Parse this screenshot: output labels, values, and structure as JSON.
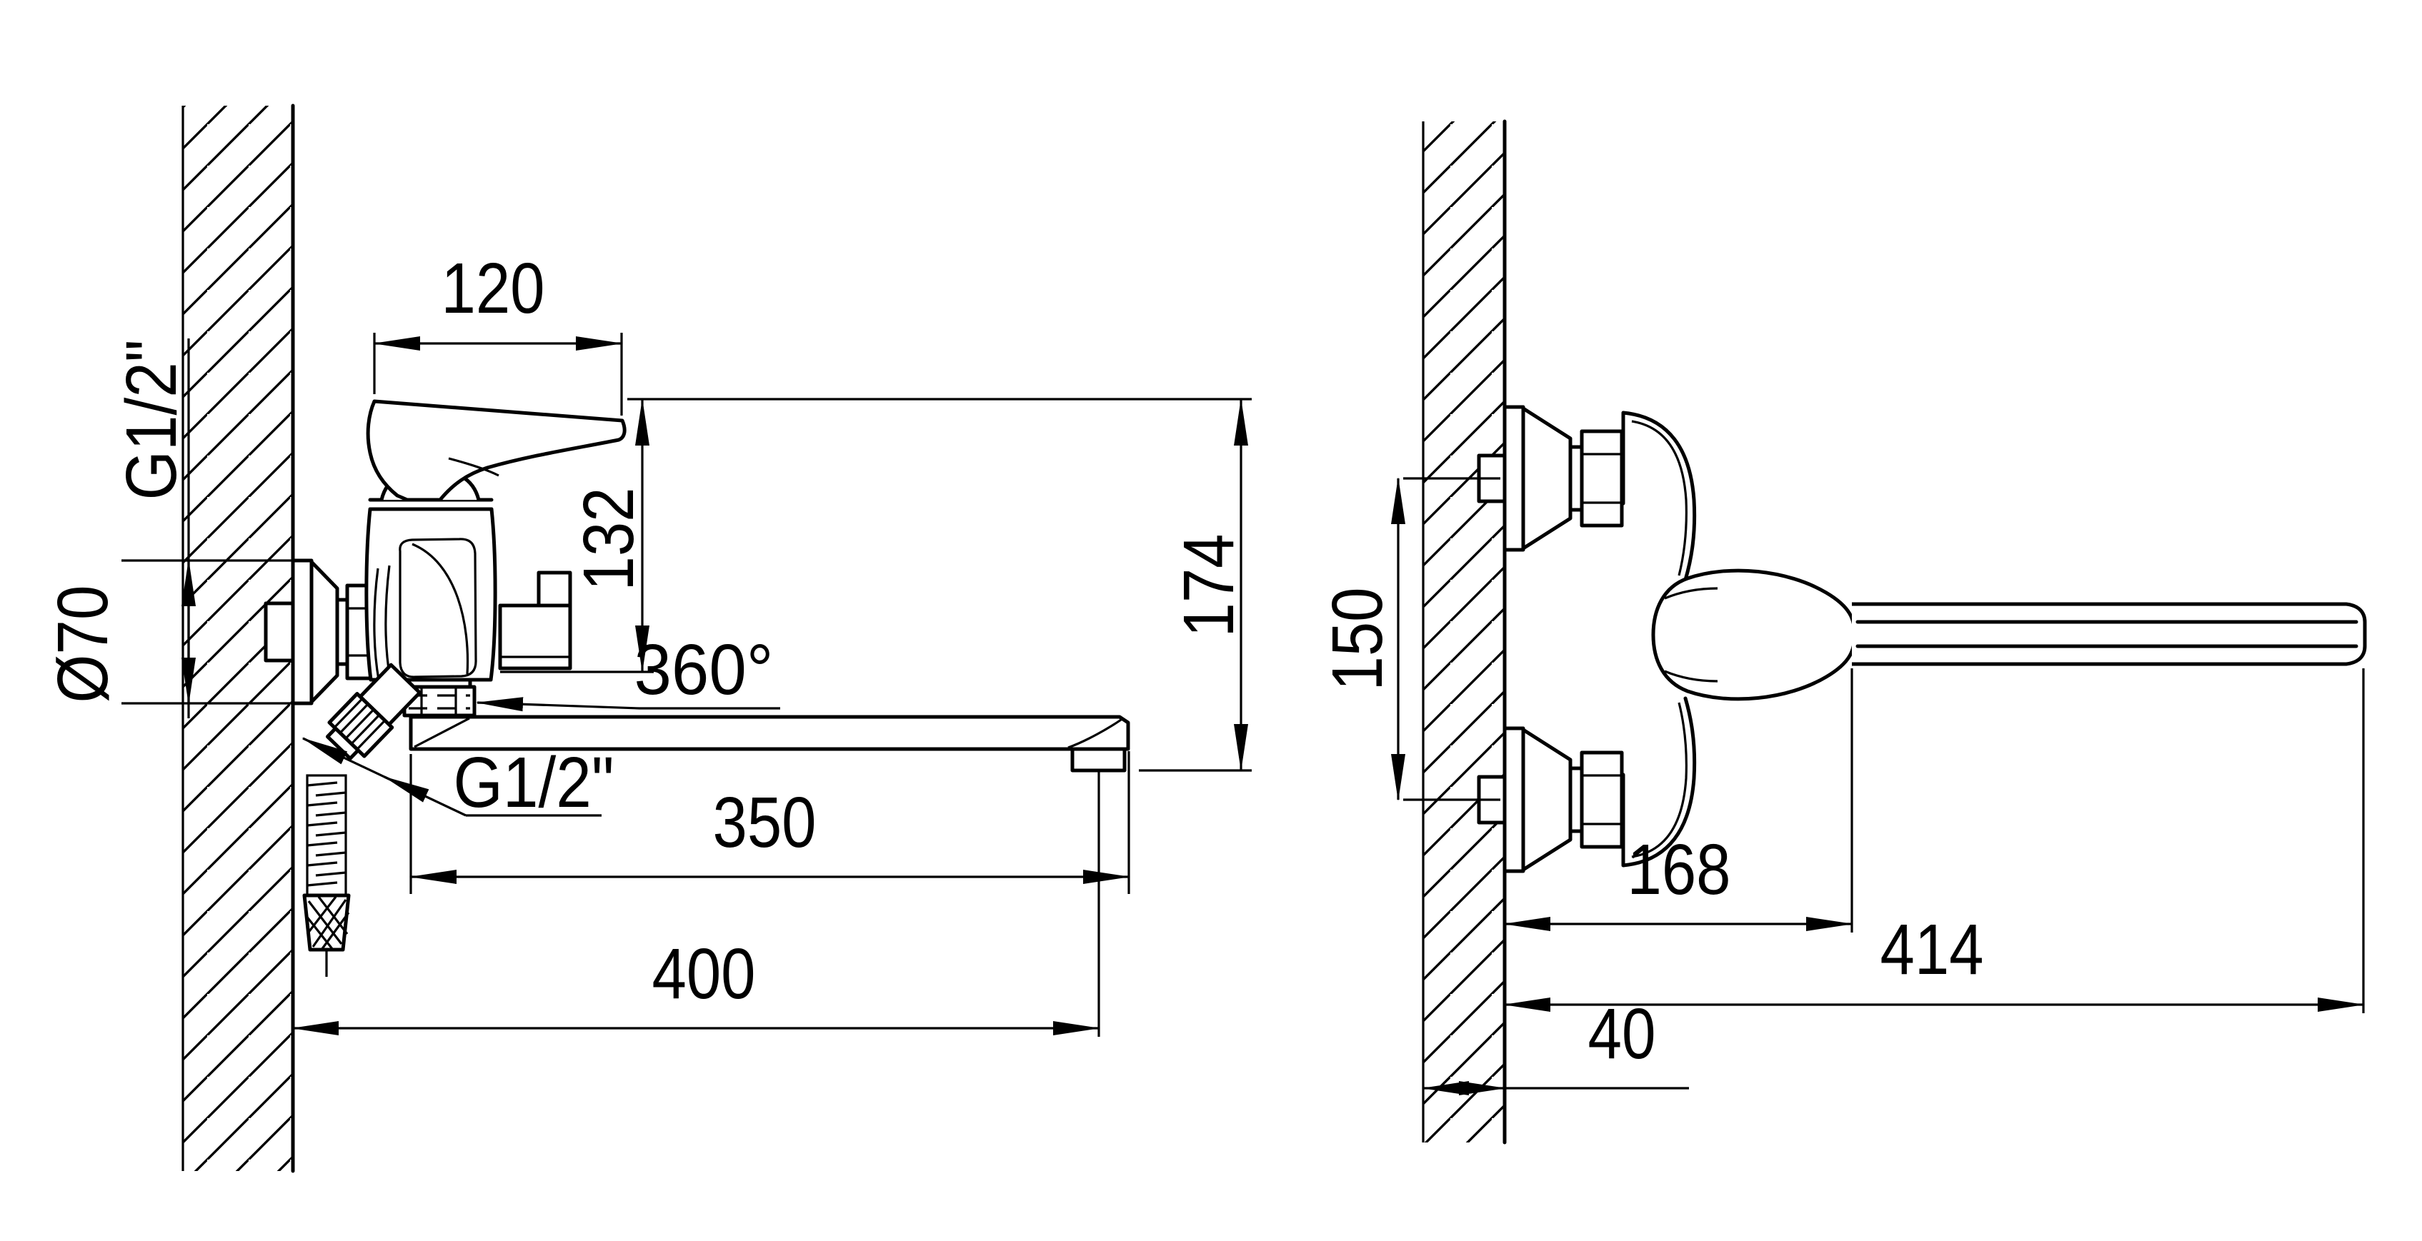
{
  "page": {
    "background": "#ffffff",
    "line_color": "#000000"
  },
  "drawing": {
    "kind": "technical dimension drawing, wall-mounted single-lever bath mixer with long swivel spout and shower hose, two views",
    "side_view": {
      "handle_width": "120",
      "wall_thread": "G1/2\"",
      "flange_diameter": "Ø70",
      "body_height": "132",
      "total_height": "174",
      "swivel_angle": "360°",
      "spout_thread": "G1/2\"",
      "spout_reach": "350",
      "total_reach": "400"
    },
    "front_view": {
      "inlet_spacing": "150",
      "body_depth": "168",
      "total_depth": "414",
      "wall_thickness": "40"
    }
  }
}
